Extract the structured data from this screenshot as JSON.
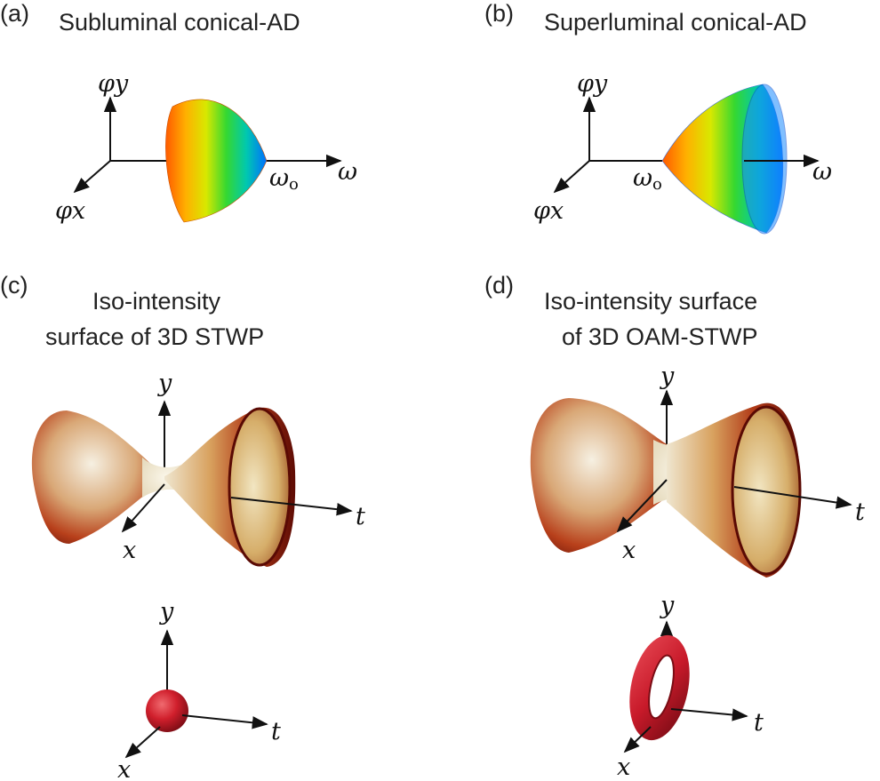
{
  "panels": {
    "a": {
      "tag": "(a)",
      "title": "Subluminal conical-AD",
      "axes": [
        "φy",
        "φx",
        "ω"
      ],
      "marker": "ω",
      "marker_sub": "o"
    },
    "b": {
      "tag": "(b)",
      "title": "Superluminal conical-AD",
      "axes": [
        "φy",
        "φx",
        "ω"
      ],
      "marker": "ω",
      "marker_sub": "o"
    },
    "c": {
      "tag": "(c)",
      "title_line1": "Iso-intensity",
      "title_line2": "surface of 3D STWP",
      "axes": [
        "y",
        "x",
        "t"
      ]
    },
    "d": {
      "tag": "(d)",
      "title_line1": "Iso-intensity surface",
      "title_line2": "of 3D OAM-STWP",
      "axes": [
        "y",
        "x",
        "t"
      ]
    }
  },
  "colors": {
    "spectrum": [
      "#ff5a00",
      "#ffb000",
      "#d8e800",
      "#35d830",
      "#00c8b0",
      "#0070ff"
    ],
    "surface_dark": "#7a1206",
    "surface_mid": "#c84a1c",
    "surface_light": "#f3ecd8",
    "particle": "#d6202e"
  }
}
